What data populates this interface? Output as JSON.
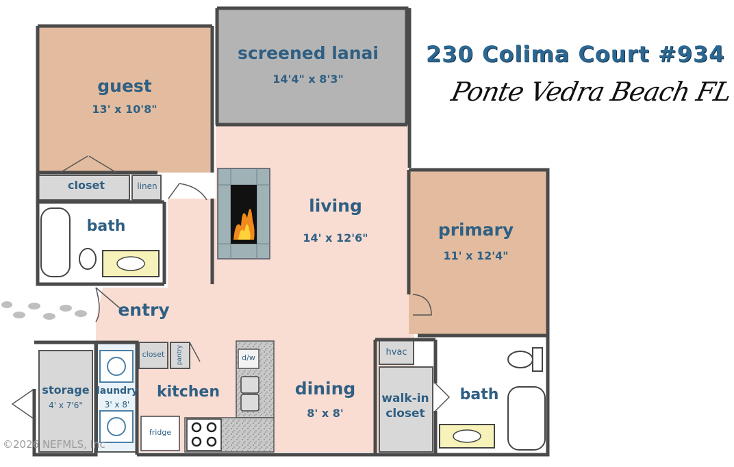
{
  "header": {
    "address": "230 Colima Court #934",
    "city": "Ponte Vedra Beach FL"
  },
  "rooms": {
    "guest": {
      "name": "guest",
      "size": "13' x 10'8\""
    },
    "lanai": {
      "name": "screened lanai",
      "size": "14'4\" x 8'3\""
    },
    "living": {
      "name": "living",
      "size": "14' x 12'6\""
    },
    "primary": {
      "name": "primary",
      "size": "11' x 12'4\""
    },
    "closet": {
      "name": "closet"
    },
    "linen": {
      "name": "linen"
    },
    "guest_bath": {
      "name": "bath"
    },
    "entry": {
      "name": "entry"
    },
    "kitchen_closet": {
      "name": "closet"
    },
    "pantry": {
      "name": "pantry"
    },
    "storage": {
      "name": "storage",
      "size": "4' x 7'6\""
    },
    "laundry": {
      "name": "laundry",
      "size": "3' x 8'"
    },
    "kitchen": {
      "name": "kitchen"
    },
    "dishwasher": {
      "name": "d/w"
    },
    "fridge": {
      "name": "fridge"
    },
    "dining": {
      "name": "dining",
      "size": "8' x 8'"
    },
    "hvac": {
      "name": "hvac"
    },
    "walkin": {
      "name": "walk-in closet",
      "line1": "walk-in",
      "line2": "closet"
    },
    "primary_bath": {
      "name": "bath"
    }
  },
  "footer": {
    "copyright": "©2026 NEFMLS, Inc"
  },
  "colors": {
    "wall": "#4a4a4a",
    "living_fill": "#f9ddd3",
    "bedroom_fill": "#e3bc9f",
    "lanai_fill": "#b4b4b4",
    "closet_fill": "#d8d8d8",
    "label": "#2f5f83",
    "address": "#2c6791"
  }
}
